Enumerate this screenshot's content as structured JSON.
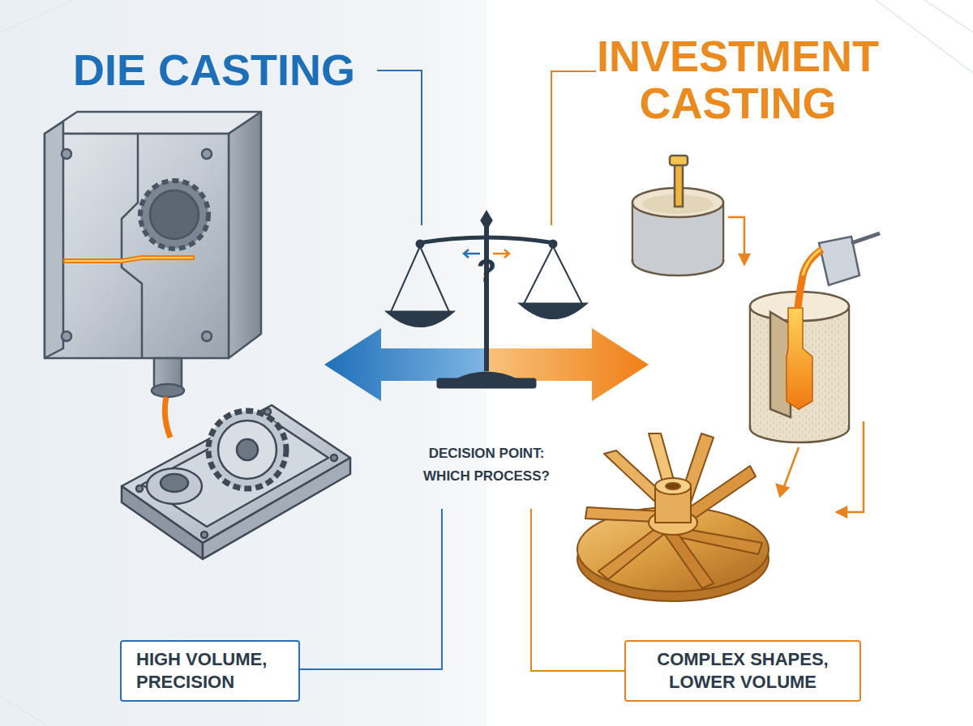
{
  "diagram": {
    "nodes": [
      {
        "text": [
          "HIGH VOLUME, PRECISION"
        ]
      },
      {
        "text": [
          "COMPLEX SHAPES, LOWER VOLUME"
        ]
      }
    ],
    "labels": [
      "DIE CASTING",
      "INVESTMENT CASTING",
      "?",
      "DECISION POINT: WHICH PROCESS?"
    ]
  }
}
